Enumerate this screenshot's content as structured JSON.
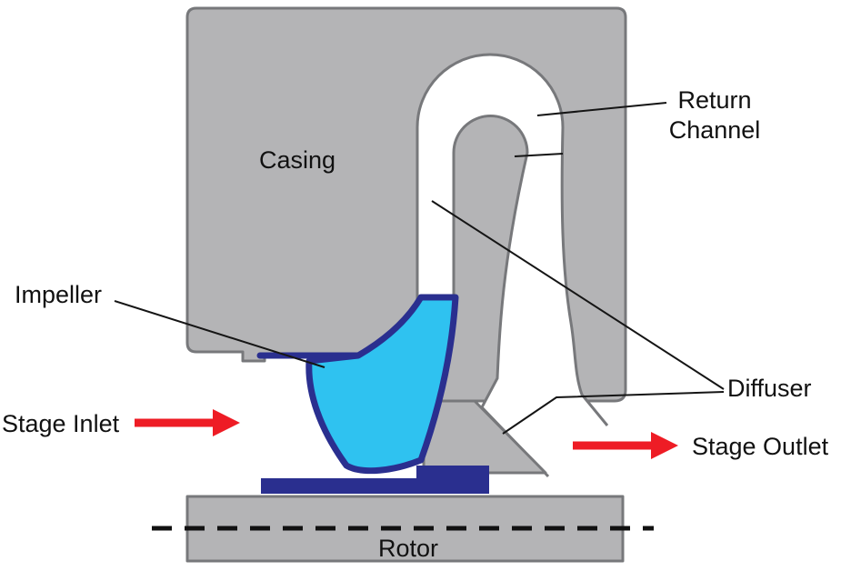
{
  "diagram": {
    "labels": {
      "casing": "Casing",
      "return_channel": {
        "line1": "Return",
        "line2": "Channel"
      },
      "impeller": "Impeller",
      "diffuser": "Diffuser",
      "stage_inlet": "Stage Inlet",
      "stage_outlet": "Stage Outlet",
      "rotor": "Rotor"
    },
    "colors": {
      "casing_fill": "#b4b4b6",
      "outline_gray": "#77787b",
      "channel_fill": "#ffffff",
      "impeller_fill": "#2fc2f0",
      "impeller_outline": "#2a2f8f",
      "arrow_red": "#ee1c25",
      "label_text": "#111111",
      "background": "#ffffff"
    }
  }
}
